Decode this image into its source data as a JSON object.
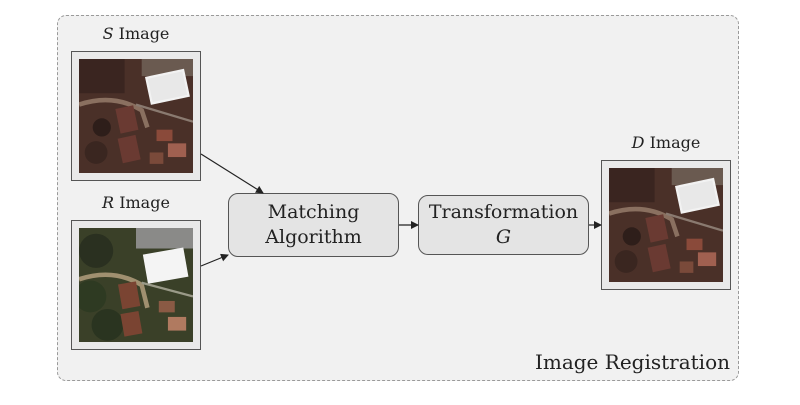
{
  "panel": {
    "label": "Image Registration"
  },
  "source": {
    "var": "S",
    "word": "Image"
  },
  "reference": {
    "var": "R",
    "word": "Image"
  },
  "destination": {
    "var": "D",
    "word": "Image"
  },
  "matching": {
    "line1": "Matching",
    "line2": "Algorithm"
  },
  "transform": {
    "line1": "Transformation",
    "var": "G"
  }
}
